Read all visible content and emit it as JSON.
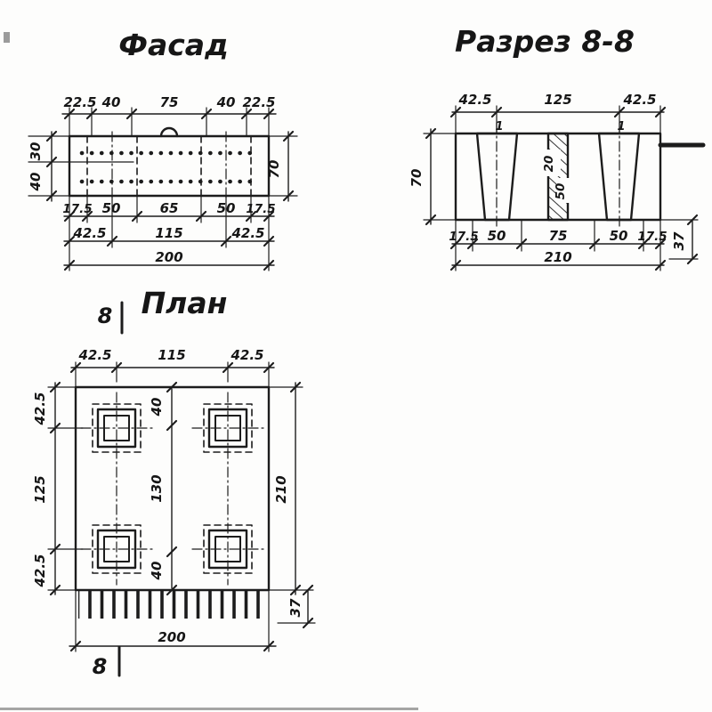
{
  "facade": {
    "title": "Фасад",
    "dims_top": [
      "22.5",
      "40",
      "75",
      "40",
      "22.5"
    ],
    "dims_left": [
      "30",
      "40"
    ],
    "dim_right": "70",
    "dims_bottom": [
      "17.5",
      "50",
      "65",
      "50",
      "17.5"
    ],
    "dims_mid": [
      "42.5",
      "115",
      "42.5"
    ],
    "dim_total": "200"
  },
  "section": {
    "title": "Разрез 8-8",
    "dims_top": [
      "42.5",
      "125",
      "42.5"
    ],
    "dim_left": "70",
    "callouts": [
      "1",
      "1"
    ],
    "groove": [
      "20",
      "50"
    ],
    "dims_bottom": [
      "17.5",
      "50",
      "75",
      "50",
      "17.5"
    ],
    "dim_total": "210",
    "dim_bar": "37"
  },
  "plan": {
    "title": "План",
    "marks": [
      "8",
      "8"
    ],
    "dims_top": [
      "42.5",
      "115",
      "42.5"
    ],
    "dims_left": [
      "42.5",
      "125",
      "42.5"
    ],
    "dims_inner": [
      "40",
      "130",
      "40"
    ],
    "dim_right": "210",
    "dim_bottom": "200",
    "dim_bar": "37"
  }
}
